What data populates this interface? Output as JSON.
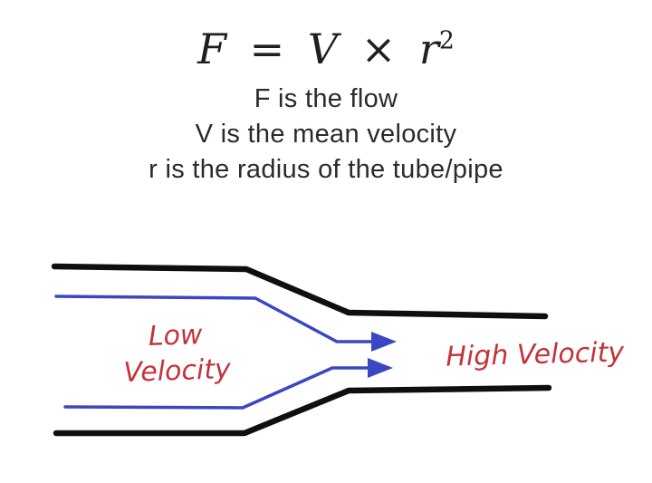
{
  "formula": {
    "flow_var": "F",
    "equals": "=",
    "velocity_var": "V",
    "times": "×",
    "radius_var": "r",
    "exponent": "2"
  },
  "definitions": [
    "F is the flow",
    "V is the mean velocity",
    "r is the radius of the tube/pipe"
  ],
  "diagram": {
    "low_velocity_label": {
      "line1": "Low",
      "line2": "Velocity"
    },
    "high_velocity_label": "High Velocity"
  },
  "colors": {
    "background": "#ffffff",
    "formula_text": "#1f1f1f",
    "definition_text": "#2b2b2b",
    "pipe_wall": "#0f0f0f",
    "flow_line": "#3a46c4",
    "velocity_label": "#c4323a"
  }
}
